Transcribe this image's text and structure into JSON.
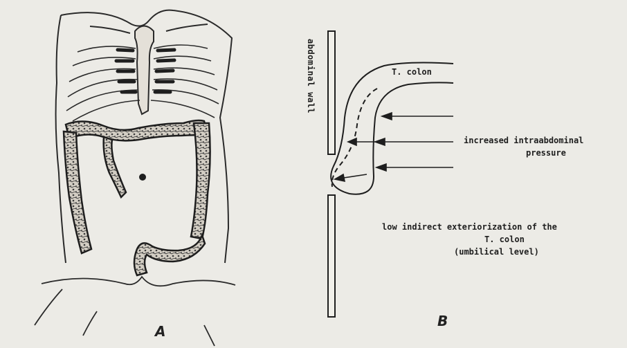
{
  "panels": {
    "a_letter": "A",
    "b_letter": "B"
  },
  "labels": {
    "abdominal_wall": "abdominal wall",
    "t_colon": "T. colon",
    "pressure_line1": "increased intraabdominal",
    "pressure_line2": "pressure",
    "caption_line1": "low indirect exteriorization of the",
    "caption_line2": "T. colon",
    "caption_line3": "(umbilical level)"
  },
  "colors": {
    "background": "#ecebe6",
    "ink": "#1e1e1e",
    "colon_fill": "#cfcac0"
  }
}
